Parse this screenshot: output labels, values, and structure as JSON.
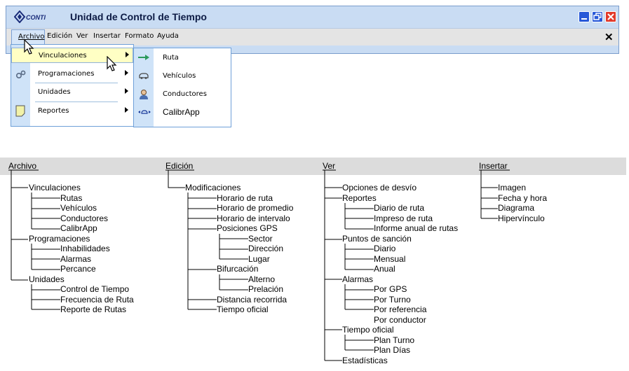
{
  "window": {
    "title": "Unidad de Control de Tiempo",
    "logo_text": "CONTI",
    "icons": [
      "minimize-icon",
      "maximize-icon",
      "close-icon"
    ],
    "colors": {
      "titlebar": "#c9dcf3",
      "close": "#e23a2b",
      "minmax": "#2758d8"
    }
  },
  "menubar": {
    "items": [
      "Archivo",
      "Edición",
      "Ver",
      "Insertar",
      "Formato",
      "Ayuda"
    ],
    "close_glyph": "✕"
  },
  "dropdown": {
    "items": [
      {
        "label": "Vinculaciones",
        "has_submenu": true,
        "highlighted": true
      },
      {
        "label": "Programaciones",
        "has_submenu": true,
        "icon": "gears-icon"
      },
      {
        "label": "Unidades",
        "has_submenu": true
      },
      {
        "label": "Reportes",
        "has_submenu": true,
        "icon": "note-icon"
      }
    ]
  },
  "submenu": {
    "items": [
      {
        "label": "Ruta",
        "icon": "arrow-right-icon"
      },
      {
        "label": "Vehículos",
        "icon": "car-icon"
      },
      {
        "label": "Conductores",
        "icon": "driver-icon"
      },
      {
        "label": "CalibrApp",
        "icon": "calibrate-icon"
      }
    ]
  },
  "tree": {
    "columns": [
      {
        "title": "Archivo",
        "nodes": [
          "Vinculaciones",
          "Rutas",
          "Vehículos",
          "Conductores",
          "CalibrApp",
          "Programaciones",
          "Inhabilidades",
          "Alarmas",
          "Percance",
          "Unidades",
          "Control de Tiempo",
          "Frecuencia de Ruta",
          "Reporte de Rutas"
        ]
      },
      {
        "title": "Edición",
        "nodes": [
          "Modificaciones",
          "Horario de ruta",
          "Horario de promedio",
          "Horario de intervalo",
          "Posiciones GPS",
          "Sector",
          "Dirección",
          "Lugar",
          "Bifurcación",
          "Alterno",
          "Prelación",
          "Distancia recorrida",
          "Tiempo oficial"
        ]
      },
      {
        "title": "Ver",
        "nodes": [
          "Opciones de desvío",
          "Reportes",
          "Diario de ruta",
          "Impreso de ruta",
          "Informe anual de rutas",
          "Puntos de sanción",
          "Diario",
          "Mensual",
          "Anual",
          "Alarmas",
          "Por GPS",
          "Por Turno",
          "Por referencia",
          "Por conductor",
          "Tiempo oficial",
          "Plan Turno",
          "Plan Días",
          "Estadísticas"
        ]
      },
      {
        "title": "Insertar",
        "nodes": [
          "Imagen",
          "Fecha y hora",
          "Diagrama",
          "Hipervínculo"
        ]
      }
    ]
  }
}
